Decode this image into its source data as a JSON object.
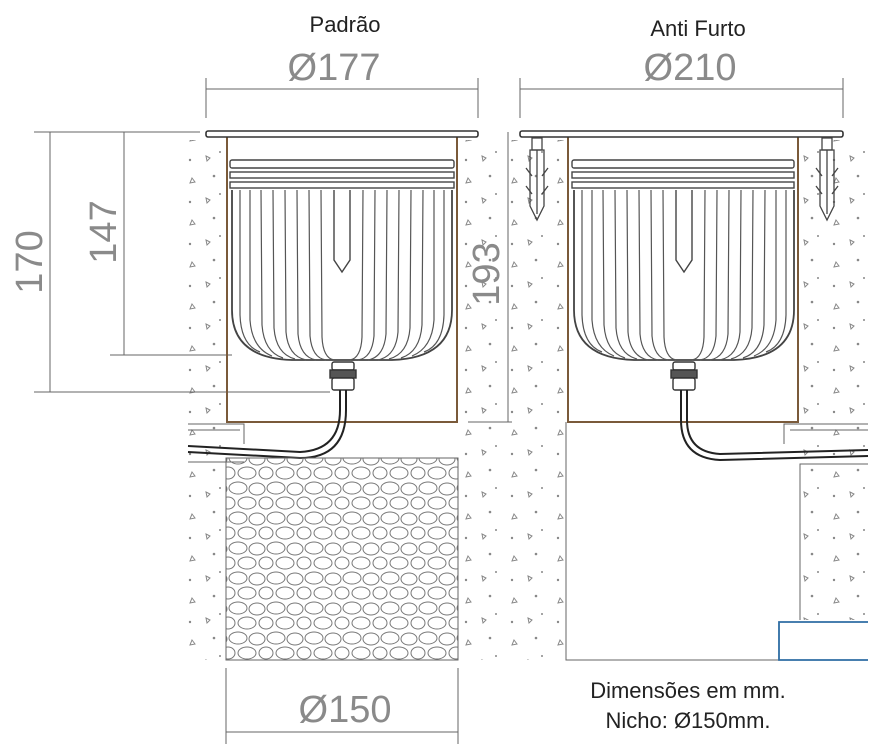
{
  "titles": {
    "standard": "Padrão",
    "anti_theft": "Anti Furto"
  },
  "dimensions": {
    "standard_diameter": "Ø177",
    "anti_theft_diameter": "Ø210",
    "total_height": "170",
    "body_height": "147",
    "niche_depth": "193",
    "gravel_diameter": "Ø150"
  },
  "notes": {
    "units": "Dimensões em mm.",
    "niche": "Nicho: Ø150mm."
  },
  "colors": {
    "line": "#444444",
    "dimension": "#8a8a8a",
    "sleeve": "#7a5a3a",
    "accent": "#2e6da4"
  }
}
